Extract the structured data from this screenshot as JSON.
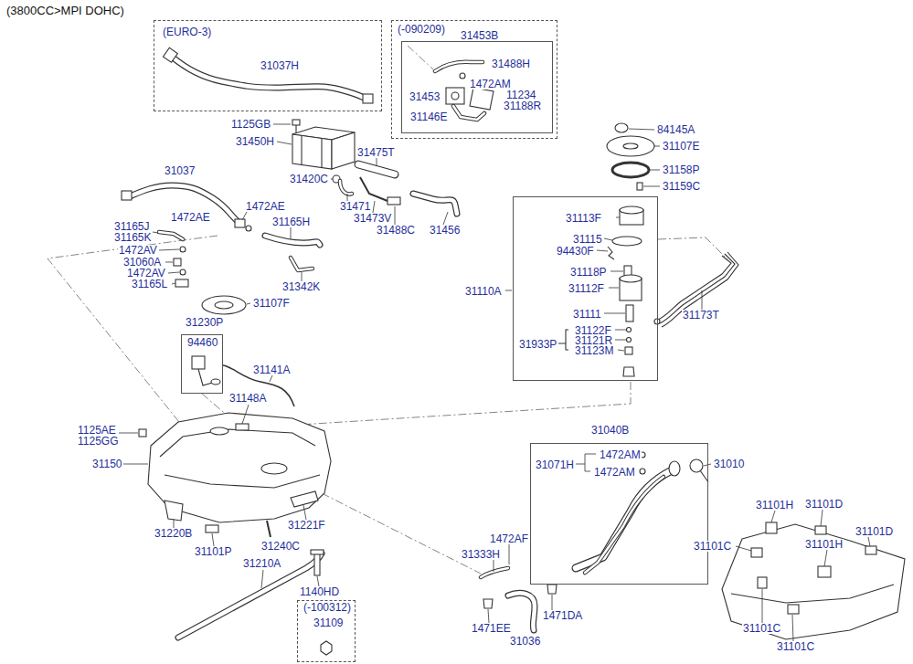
{
  "diagram": {
    "title": "(3800CC>MPI DOHC)",
    "nodes": [
      {
        "text": [
          "(EURO-3)",
          "31037H"
        ]
      },
      {
        "text": [
          "(-090209)"
        ]
      },
      {
        "text": [
          "31453B",
          "31488H",
          "1472AM",
          "31453",
          "11234",
          "31188R",
          "31146E"
        ],
        "in": 1
      },
      {
        "text": [
          "31110A",
          "31113F",
          "31115",
          "94430F",
          "31118P",
          "31112F",
          "31111",
          "31122F",
          "31933P",
          "31121R",
          "31123M"
        ]
      },
      {
        "text": [
          "31230P",
          "94460"
        ]
      },
      {
        "text": [
          "31040B",
          "1472AM",
          "31071H",
          "1472AM"
        ]
      },
      {
        "text": [
          "(-100312)",
          "31109"
        ]
      }
    ],
    "labels": [
      "1125GB",
      "31450H",
      "31475T",
      "31037",
      "31420C",
      "31471",
      "1472AE",
      "1472AE",
      "31473V",
      "31165H",
      "31165J",
      "31488C",
      "31456",
      "31165K",
      "1472AV",
      "31060A",
      "1472AV",
      "31165L",
      "31342K",
      "31107F",
      "84145A",
      "31107E",
      "31158P",
      "31159C",
      "31173T",
      "31141A",
      "31148A",
      "1125AE",
      "1125GG",
      "31150",
      "31010",
      "31101H",
      "31101D",
      "31221F",
      "31101D",
      "31220B",
      "1472AF",
      "31240C",
      "31101C",
      "31101H",
      "31101P",
      "31333H",
      "31210A",
      "1140HD",
      "1471DA",
      "1471EE",
      "31101C",
      "31036",
      "31101C"
    ]
  }
}
